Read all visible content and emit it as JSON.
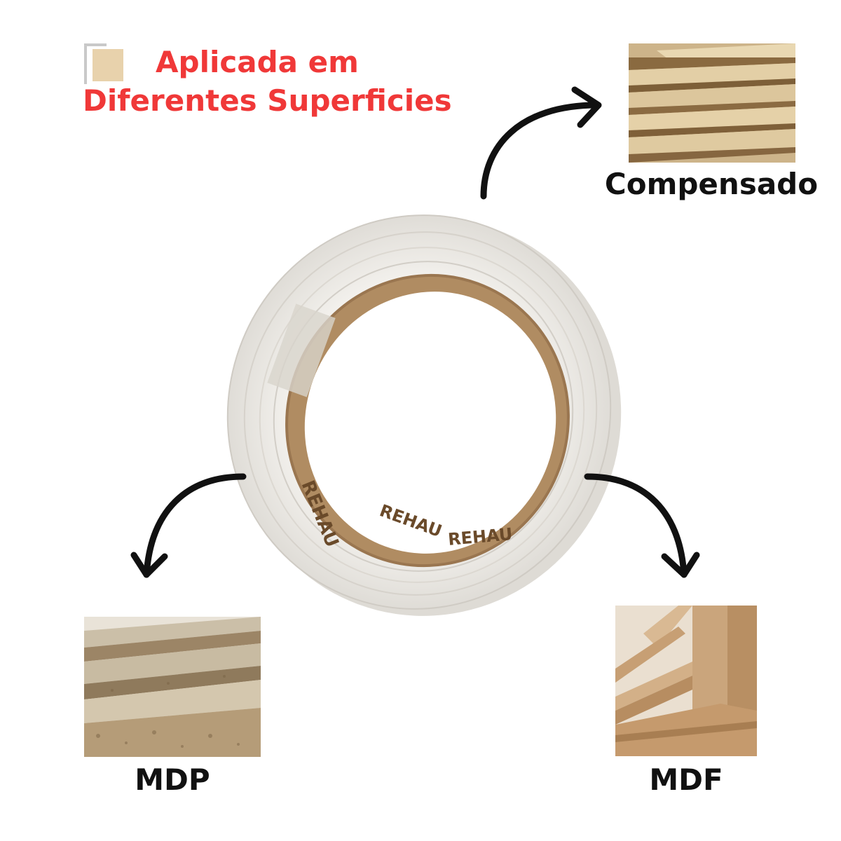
{
  "header": {
    "title_line1": "Aplicada em",
    "title_line2": "Diferentes Superficies",
    "swatch_color": "#e8d2ac"
  },
  "product": {
    "brand_text": "REHAU",
    "tape_color": "#f2f0ec",
    "core_color": "#b08c62"
  },
  "materials": [
    {
      "name": "Compensado",
      "icon": "plywood-stack"
    },
    {
      "name": "MDP",
      "icon": "particleboard-stack"
    },
    {
      "name": "MDF",
      "icon": "mdf-boards"
    }
  ],
  "colors": {
    "accent": "#f03838",
    "text": "#111111",
    "arrow": "#111111"
  }
}
